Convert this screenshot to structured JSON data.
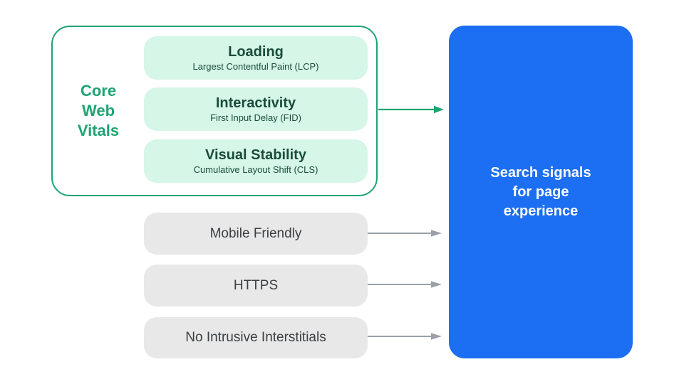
{
  "diagram": {
    "core_web_vitals": {
      "label_lines": {
        "0": "Core",
        "1": "Web",
        "2": "Vitals"
      },
      "items": [
        {
          "title": "Loading",
          "subtitle": "Largest Contentful Paint (LCP)"
        },
        {
          "title": "Interactivity",
          "subtitle": "First Input Delay (FID)"
        },
        {
          "title": "Visual Stability",
          "subtitle": "Cumulative Layout Shift (CLS)"
        }
      ]
    },
    "other_signals": [
      {
        "label": "Mobile Friendly"
      },
      {
        "label": "HTTPS"
      },
      {
        "label": "No Intrusive Interstitials"
      }
    ],
    "result": {
      "lines": {
        "0": "Search signals",
        "1": "for page",
        "2": "experience"
      }
    },
    "colors": {
      "accent_green": "#1EA472",
      "light_green_fill": "#D6F6E7",
      "dark_green_text": "#1A4C3B",
      "gray_fill": "#E8E8E9",
      "gray_text": "#3C4043",
      "arrow_gray": "#9AA0A6",
      "blue_fill": "#1C6EF2",
      "result_text": "#FFFFFF"
    }
  }
}
